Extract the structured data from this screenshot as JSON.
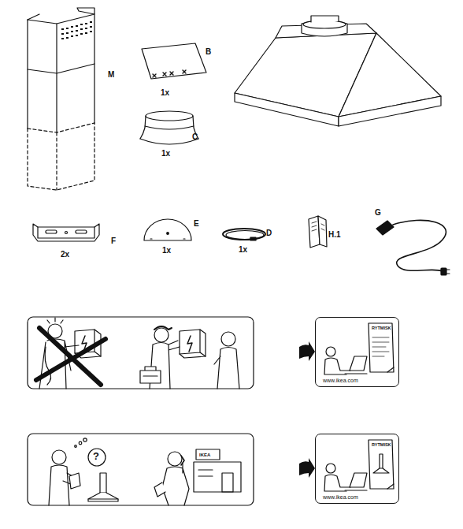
{
  "diagram": {
    "nodes": [
      {
        "text": [
          "RYTMISK",
          "www.ikea.com"
        ]
      },
      {
        "text": [
          "RYTMISK",
          "www.ikea.com"
        ]
      }
    ],
    "labels": [
      "B",
      "1x",
      "M",
      "C",
      "1x",
      "G",
      "E",
      "D",
      "H.1",
      "F",
      "2x",
      "1x",
      "1x",
      "?",
      "IKEA"
    ]
  }
}
